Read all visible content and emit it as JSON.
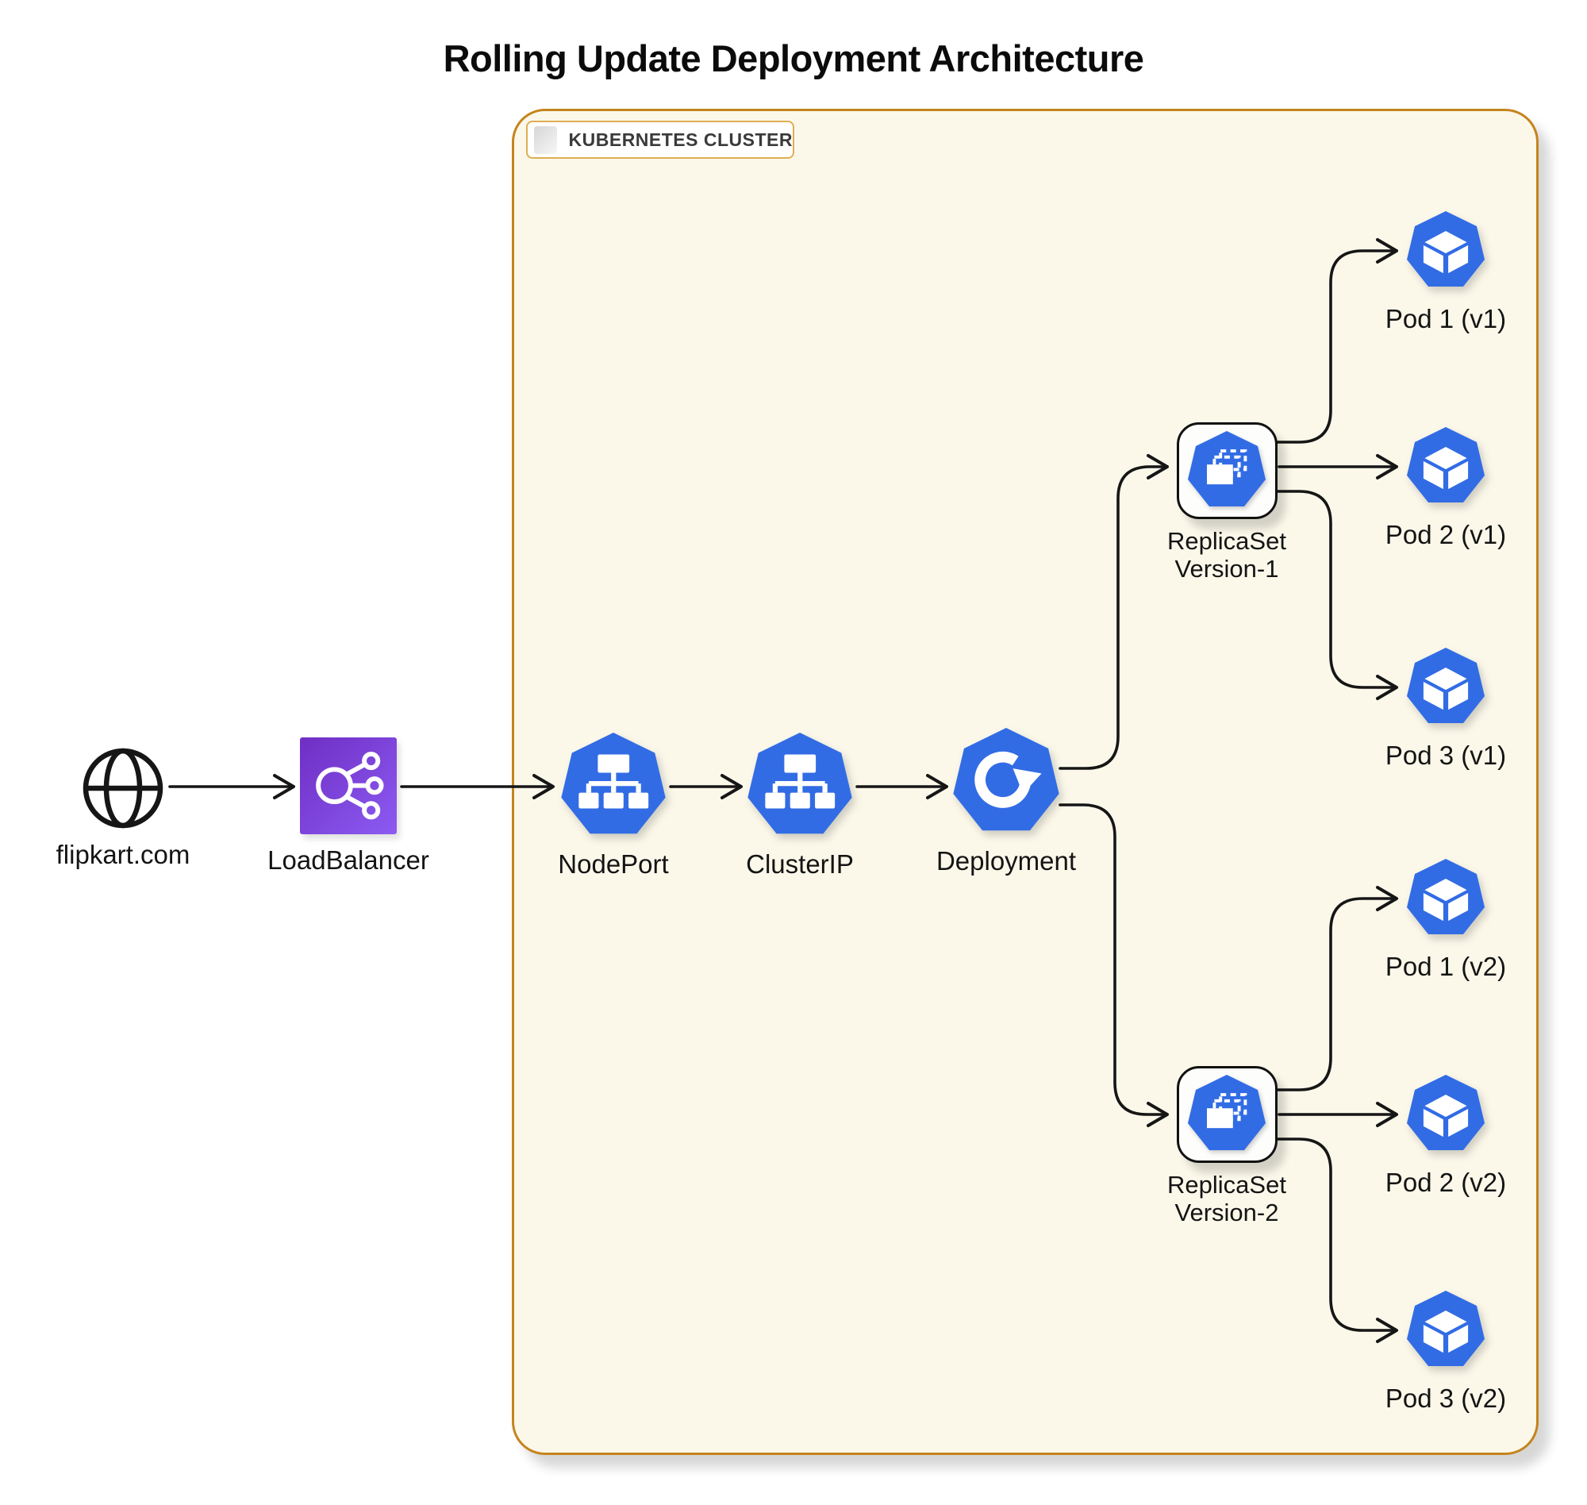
{
  "title": "Rolling Update Deployment Architecture",
  "cluster": {
    "label": "KUBERNETES CLUSTER"
  },
  "nodes": {
    "internet": {
      "label": "flipkart.com"
    },
    "load_balancer": {
      "label": "LoadBalancer"
    },
    "nodeport": {
      "label": "NodePort"
    },
    "clusterip": {
      "label": "ClusterIP"
    },
    "deployment": {
      "label": "Deployment"
    },
    "replicaset_v1": {
      "line1": "ReplicaSet",
      "line2": "Version-1"
    },
    "replicaset_v2": {
      "line1": "ReplicaSet",
      "line2": "Version-2"
    },
    "pods": [
      {
        "label": "Pod 1 (v1)"
      },
      {
        "label": "Pod 2 (v1)"
      },
      {
        "label": "Pod 3 (v1)"
      },
      {
        "label": "Pod 1 (v2)"
      },
      {
        "label": "Pod 2 (v2)"
      },
      {
        "label": "Pod 3 (v2)"
      }
    ]
  },
  "colors": {
    "k8s_blue": "#326CE5",
    "cluster_border": "#C5841C",
    "cluster_bg": "#FBF8EA",
    "line_black": "#161616",
    "lb_purple_dark": "#6F2EC4",
    "lb_purple_light": "#8C5BF2",
    "page_bg": "#FFFFFF"
  }
}
